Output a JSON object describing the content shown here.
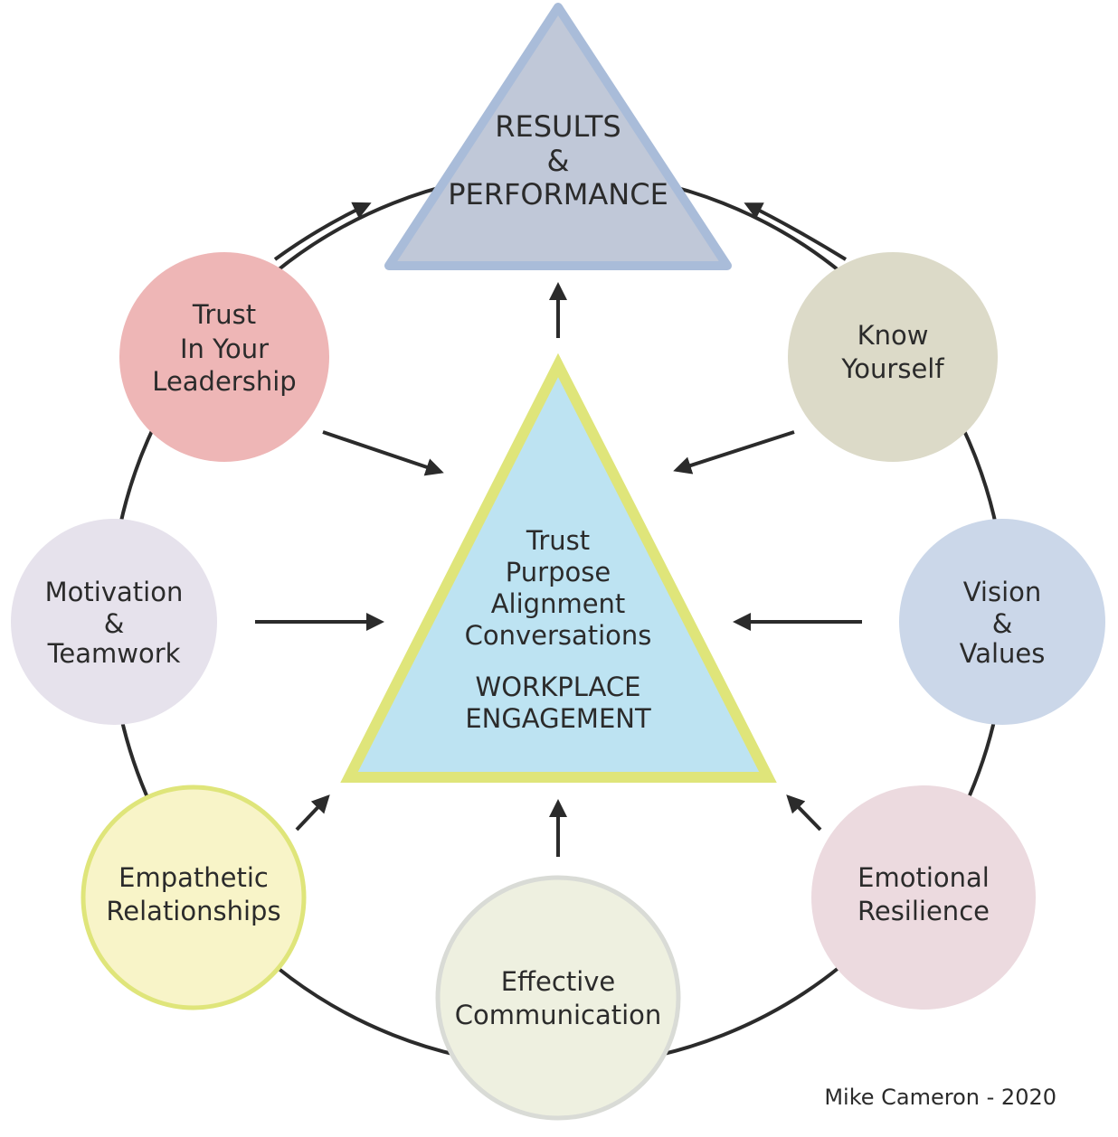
{
  "top_triangle": {
    "lines": [
      "RESULTS",
      "&",
      "PERFORMANCE"
    ],
    "fill_color": "#c0c8d8",
    "border_color": "#a9bcd9"
  },
  "center_triangle": {
    "lines": [
      "Trust",
      "Purpose",
      "Alignment",
      "Conversations"
    ],
    "heading_lines": [
      "WORKPLACE",
      "ENGAGEMENT"
    ],
    "fill_color": "#bde3f2",
    "border_color": "#dfe57a"
  },
  "nodes": [
    {
      "id": "trust-in-your-leadership",
      "lines": [
        "Trust",
        "In Your",
        "Leadership"
      ],
      "fill_color": "#eeb6b6"
    },
    {
      "id": "know-yourself",
      "lines": [
        "Know",
        "Yourself"
      ],
      "fill_color": "#dcdac8"
    },
    {
      "id": "motivation-teamwork",
      "lines": [
        "Motivation",
        "&",
        "Teamwork"
      ],
      "fill_color": "#e6e2ec"
    },
    {
      "id": "vision-values",
      "lines": [
        "Vision",
        "&",
        "Values"
      ],
      "fill_color": "#cbd7e9"
    },
    {
      "id": "empathetic-relationships",
      "lines": [
        "Empathetic",
        "Relationships"
      ],
      "fill_color": "#f8f4c8",
      "border_color": "#dfe57a"
    },
    {
      "id": "emotional-resilience",
      "lines": [
        "Emotional",
        "Resilience"
      ],
      "fill_color": "#ecdadf"
    },
    {
      "id": "effective-communication",
      "lines": [
        "Effective",
        "Communication"
      ],
      "fill_color": "#eef0e0",
      "border_color": "#d9dbd6"
    }
  ],
  "credit": "Mike Cameron - 2020"
}
